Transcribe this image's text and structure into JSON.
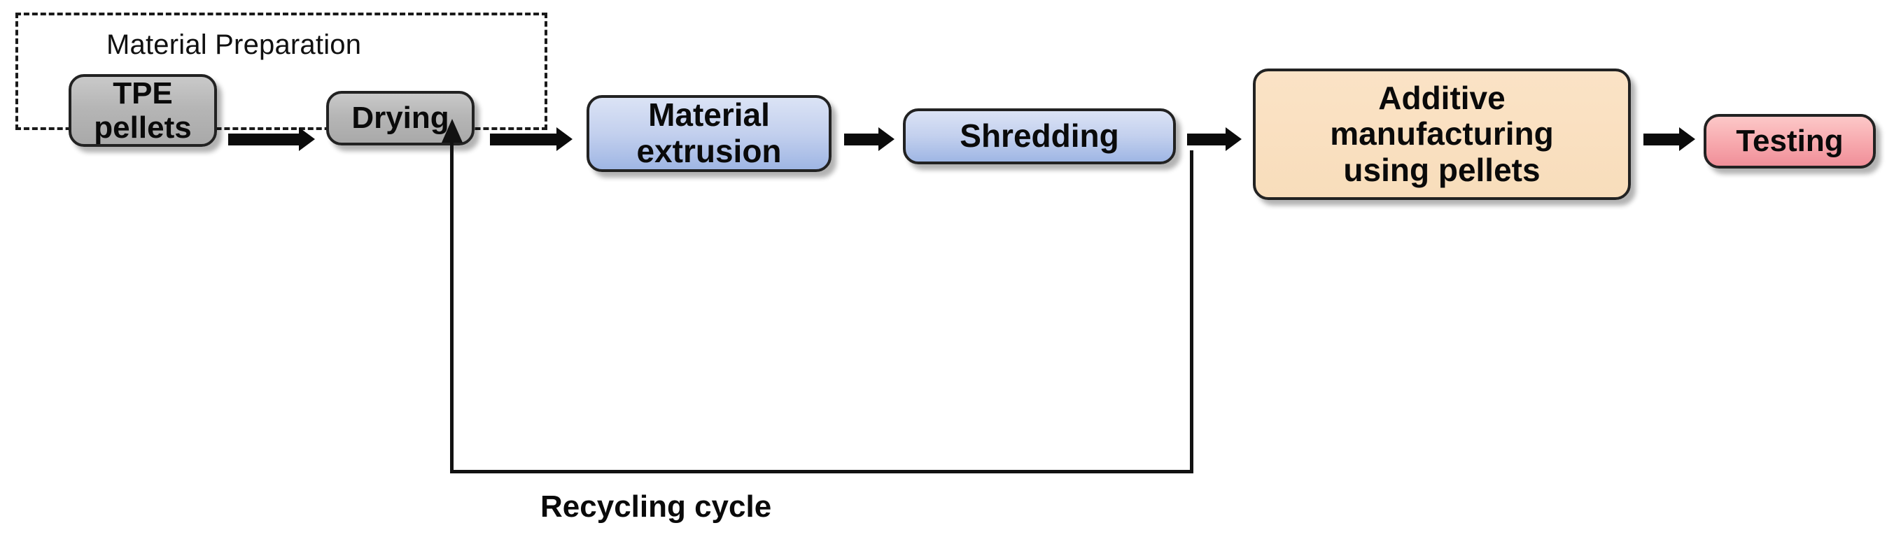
{
  "diagram": {
    "title": "TPE recycling and additive manufacturing process flow",
    "group": {
      "label": "Material Preparation"
    },
    "nodes": [
      {
        "id": "tpe",
        "label": "TPE\npellets",
        "color": "#b6b6b6",
        "style": "grey"
      },
      {
        "id": "drying",
        "label": "Drying",
        "color": "#b6b6b6",
        "style": "grey"
      },
      {
        "id": "extrusion",
        "label": "Material\nextrusion",
        "color": "#c3d0ee",
        "style": "blue"
      },
      {
        "id": "shredding",
        "label": "Shredding",
        "color": "#c3d0ee",
        "style": "blue"
      },
      {
        "id": "additive",
        "label": "Additive\nmanufacturing\nusing pellets",
        "color": "#f8ddbb",
        "style": "beige"
      },
      {
        "id": "testing",
        "label": "Testing",
        "color": "#f7a8ad",
        "style": "pink"
      }
    ],
    "feedback": {
      "label": "Recycling cycle",
      "from": "shredding",
      "to": "drying"
    },
    "arrows": [
      {
        "from": "tpe",
        "to": "drying"
      },
      {
        "from": "drying",
        "to": "extrusion"
      },
      {
        "from": "extrusion",
        "to": "shredding"
      },
      {
        "from": "shredding",
        "to": "additive"
      },
      {
        "from": "additive",
        "to": "testing"
      }
    ],
    "colors": {
      "background": "#ffffff",
      "outline": "#222222",
      "arrow": "#0b0b0b",
      "text": "#0a0a0a"
    }
  }
}
